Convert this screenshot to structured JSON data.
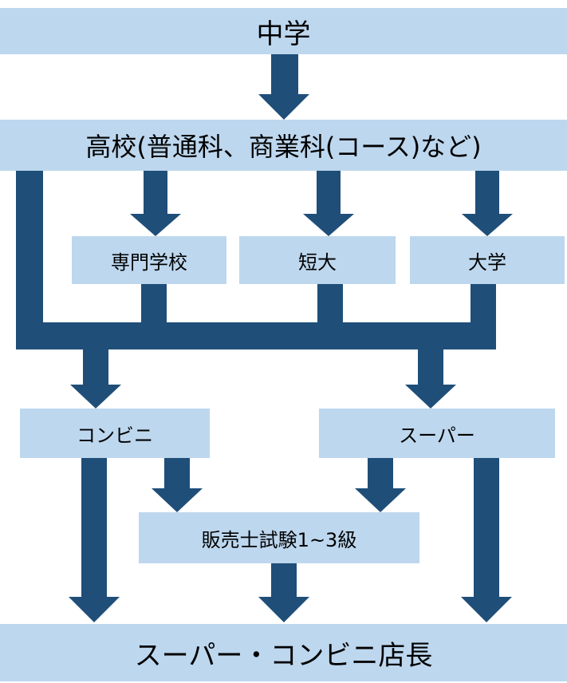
{
  "colors": {
    "box": "#bdd7ee",
    "connector": "#1f4e79",
    "text": "#000000"
  },
  "boxes": {
    "middle_school": "中学",
    "high_school": "高校(普通科、商業科(コース)など)",
    "vocational_school": "専門学校",
    "junior_college": "短大",
    "university": "大学",
    "convenience_store": "コンビニ",
    "supermarket": "スーパー",
    "sales_exam": "販売士試験1~3級",
    "store_manager": "スーパー・コンビニ店長"
  }
}
